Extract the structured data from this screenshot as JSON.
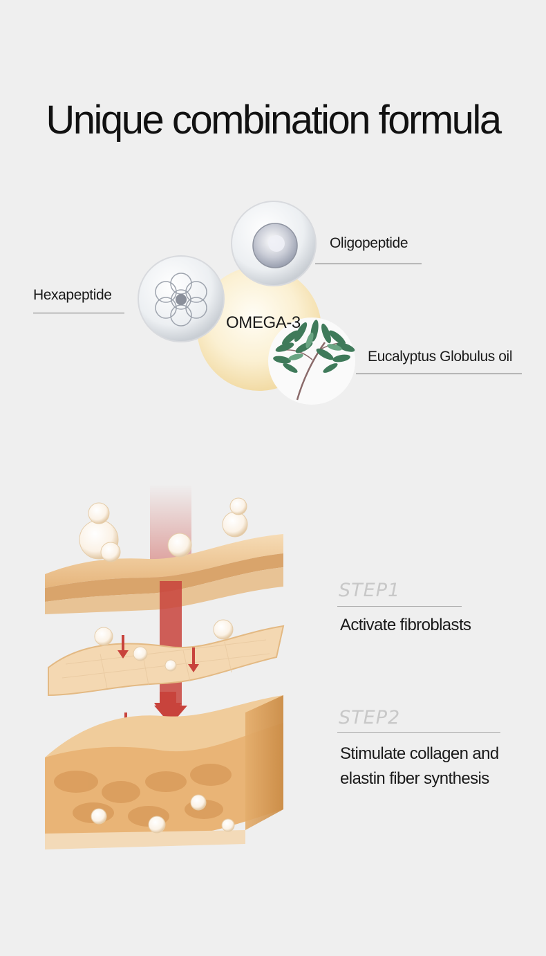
{
  "title": "Unique combination formula",
  "ingredients": [
    {
      "name": "oligopeptide",
      "label": "Oligopeptide"
    },
    {
      "name": "hexapeptide",
      "label": "Hexapeptide"
    },
    {
      "name": "omega-3",
      "label": "OMEGA-3"
    },
    {
      "name": "eucalyptus",
      "label": "Eucalyptus Globulus oil"
    }
  ],
  "steps": [
    {
      "label": "STEP1",
      "lines": [
        "Activate fibroblasts"
      ]
    },
    {
      "label": "STEP2",
      "lines": [
        "Stimulate collagen and",
        "elastin fiber synthesis"
      ]
    }
  ],
  "colors": {
    "background": "#efefef",
    "skin": "#e9c18e",
    "arrow": "#c8433c",
    "step_label": "#c8c8c8"
  }
}
